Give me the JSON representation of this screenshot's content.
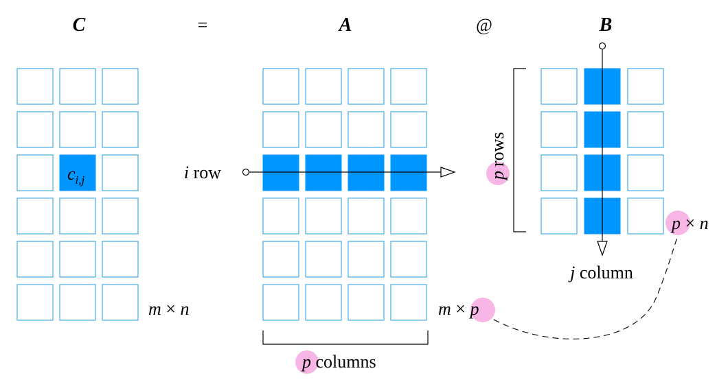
{
  "labels": {
    "C": "C",
    "eq": "=",
    "A": "A",
    "at": "@",
    "B": "B",
    "c_base": "c",
    "c_sub": "i,j",
    "i": "i",
    "row_word": " row",
    "j": "j",
    "column_word": " column",
    "p": "p",
    "rows_word": "rows",
    "columns_word": " columns",
    "m": "m",
    "times": " × ",
    "n": "n"
  },
  "colors": {
    "cell_border": "#1f9bdc",
    "fill": "#0096ff",
    "highlight": "#f7b6e6",
    "line": "#000000"
  },
  "matrices": {
    "C": {
      "rows": 6,
      "cols": 3,
      "highlight_cell": [
        2,
        1
      ]
    },
    "A": {
      "rows": 6,
      "cols": 4,
      "highlight_row": 2
    },
    "B": {
      "rows": 4,
      "cols": 3,
      "highlight_col": 1
    }
  }
}
